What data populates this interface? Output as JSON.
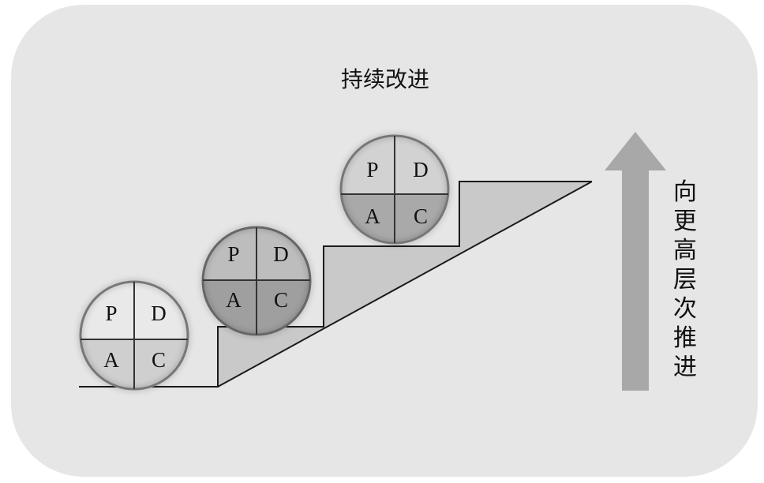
{
  "diagram": {
    "title": "持续改进",
    "side_label_chars": [
      "向",
      "更",
      "高",
      "层",
      "次",
      "推",
      "进"
    ],
    "pdca_labels": [
      "P",
      "D",
      "A",
      "C"
    ],
    "cycles": [
      {
        "top_color": "#e9e9e9",
        "bottom_color": "#cfcfcf"
      },
      {
        "top_color": "#bdbdbd",
        "bottom_color": "#9f9f9f"
      },
      {
        "top_color": "#d2d2d2",
        "bottom_color": "#a9a9a9"
      }
    ],
    "colors": {
      "panel": "#e6e6e6",
      "wedge": "#c9c9c9",
      "arrow": "#a8a8a8",
      "line": "#1a1a1a"
    }
  }
}
